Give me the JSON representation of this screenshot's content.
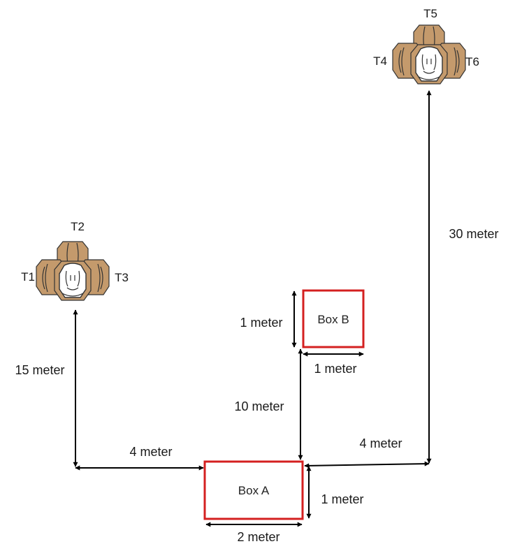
{
  "colors": {
    "box_outline": "#d42020",
    "target_fill": "#c49a6c",
    "arrow": "#000000"
  },
  "targets": {
    "left_group": {
      "t1": "T1",
      "t2": "T2",
      "t3": "T3"
    },
    "right_group": {
      "t4": "T4",
      "t5": "T5",
      "t6": "T6"
    }
  },
  "boxes": {
    "box_a": "Box A",
    "box_b": "Box B"
  },
  "distances": {
    "left_vertical": "15 meter",
    "left_horizontal": "4 meter",
    "right_horizontal": "4 meter",
    "right_vertical": "30 meter",
    "box_a_box_b": "10 meter",
    "box_a_width": "2 meter",
    "box_a_height": "1 meter",
    "box_b_width": "1 meter",
    "box_b_height": "1 meter"
  },
  "icons": {
    "target": "target-head-icon"
  }
}
